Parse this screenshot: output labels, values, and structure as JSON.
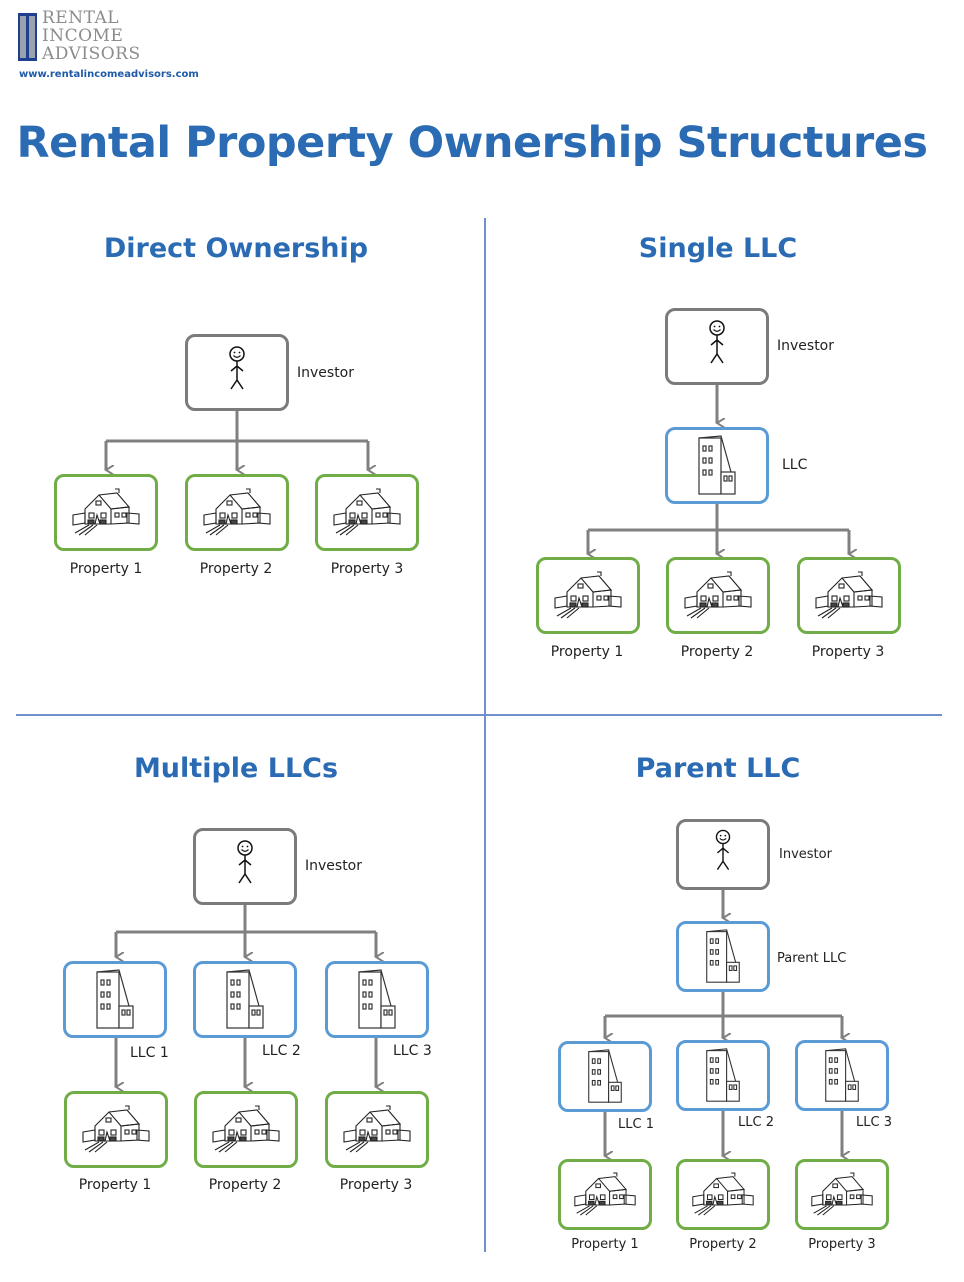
{
  "header": {
    "logo_lines": [
      "RENTAL",
      "INCOME",
      "ADVISORS"
    ],
    "logo_url": "www.rentalincomeadvisors.com",
    "title": "Rental Property Ownership Structures"
  },
  "sections": [
    {
      "title": "Direct Ownership",
      "investor_label": "Investor",
      "properties": [
        "Property 1",
        "Property 2",
        "Property 3"
      ]
    },
    {
      "title": "Single LLC",
      "investor_label": "Investor",
      "llc_label": "LLC",
      "properties": [
        "Property 1",
        "Property 2",
        "Property 3"
      ]
    },
    {
      "title": "Multiple LLCs",
      "investor_label": "Investor",
      "llcs": [
        "LLC 1",
        "LLC 2",
        "LLC 3"
      ],
      "properties": [
        "Property 1",
        "Property 2",
        "Property 3"
      ]
    },
    {
      "title": "Parent LLC",
      "investor_label": "Investor",
      "parent_label": "Parent LLC",
      "llcs": [
        "LLC 1",
        "LLC 2",
        "LLC 3"
      ],
      "properties": [
        "Property 1",
        "Property 2",
        "Property 3"
      ]
    }
  ],
  "colors": {
    "title_blue": "#2a6bb3",
    "investor_border": "#7b7b7b",
    "llc_border": "#5b9bd5",
    "property_border": "#70ad47",
    "connector": "#808080",
    "divider": "#6f8fce"
  }
}
